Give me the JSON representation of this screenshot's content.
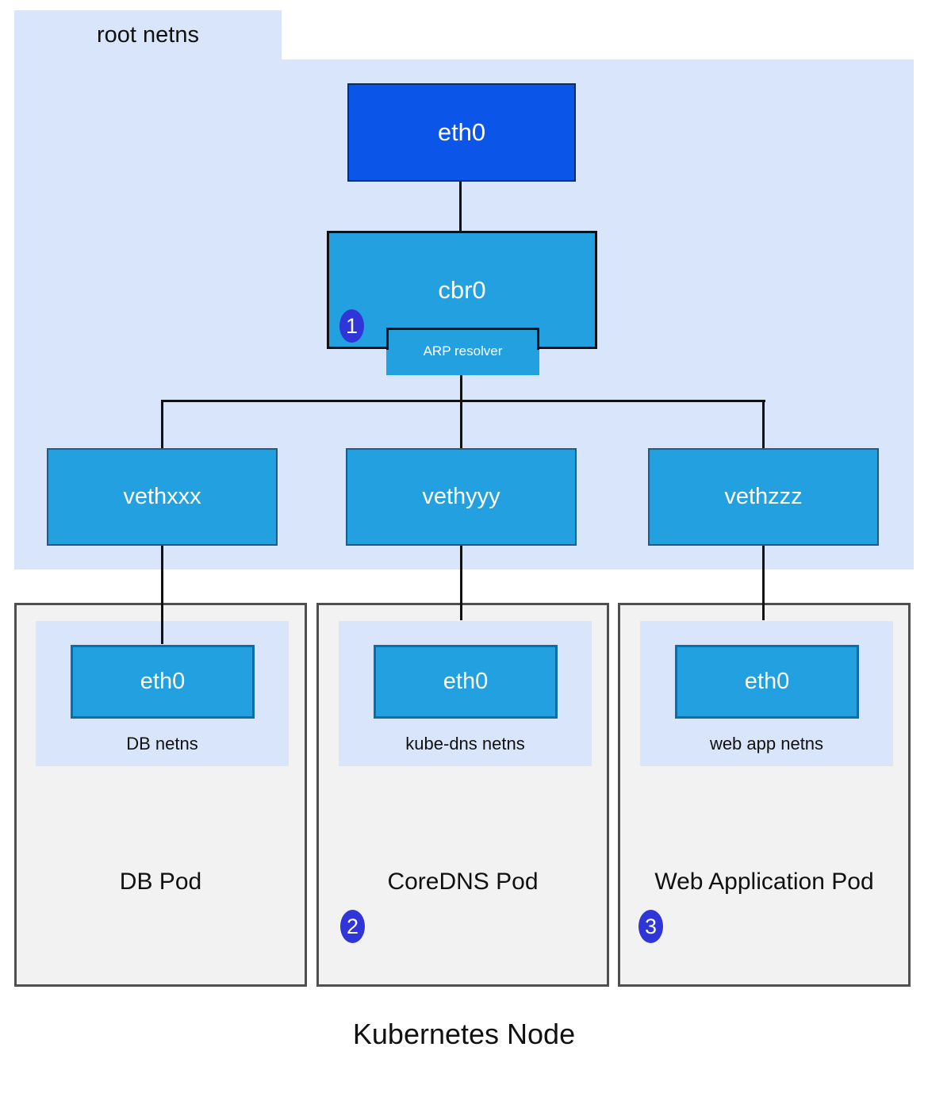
{
  "title": "Kubernetes Node",
  "root": {
    "label": "root netns",
    "eth0": "eth0",
    "bridge": "cbr0",
    "arp": "ARP resolver",
    "veth": [
      "vethxxx",
      "vethyyy",
      "vethzzz"
    ]
  },
  "pods": [
    {
      "name": "DB Pod",
      "netns": "DB netns",
      "iface": "eth0"
    },
    {
      "name": "CoreDNS Pod",
      "netns": "kube-dns netns",
      "iface": "eth0"
    },
    {
      "name": "Web Application Pod",
      "netns": "web app netns",
      "iface": "eth0"
    }
  ],
  "badges": [
    "1",
    "2",
    "3"
  ],
  "colors": {
    "root_bg": "#d8e5fa",
    "eth0_fill": "#0b55e8",
    "bridge_fill": "#22a0e0",
    "pod_bg": "#f2f2f2",
    "pod_border": "#4f4f4f",
    "badge_fill": "#2f35d6",
    "connector": "#111111"
  }
}
